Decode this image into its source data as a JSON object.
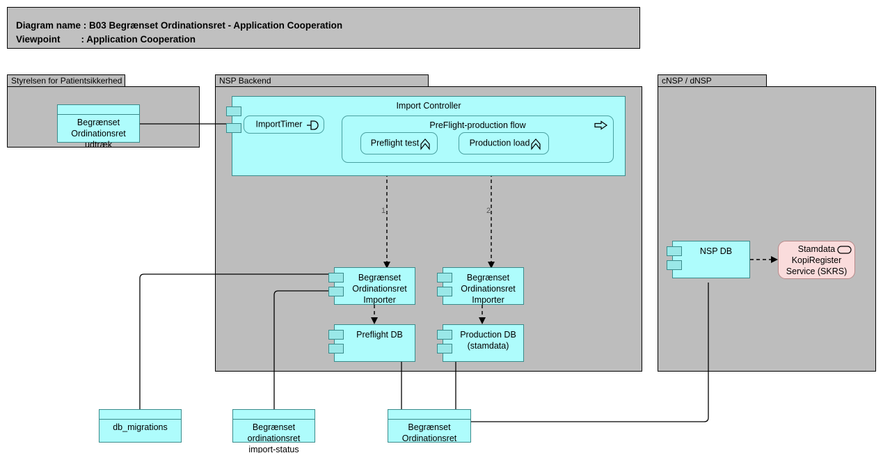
{
  "header": {
    "line1": "Diagram name : B03 Begrænset Ordinationsret - Application Cooperation",
    "line2": "Viewpoint        : Application Cooperation"
  },
  "groups": [
    {
      "name": "group-styrelsen",
      "label": "Styrelsen for Patientsikkerhed"
    },
    {
      "name": "group-nsp-backend",
      "label": "NSP Backend"
    },
    {
      "name": "group-cnsp-dnsp",
      "label": "cNSP / dNSP"
    }
  ],
  "elements": {
    "udtraek": {
      "label": "Begrænset\nOrdinationsret\nudtræk",
      "type": "data-object"
    },
    "import_controller": {
      "label": "Import Controller",
      "type": "application-component"
    },
    "import_timer": {
      "label": "ImportTimer",
      "type": "application-interface",
      "icon": "interface-icon"
    },
    "preflight_flow": {
      "label": "PreFlight-production flow",
      "type": "application-process",
      "icon": "process-arrow-icon"
    },
    "preflight_test": {
      "label": "Preflight test",
      "type": "application-function",
      "icon": "function-chevron-icon"
    },
    "production_load": {
      "label": "Production load",
      "type": "application-function",
      "icon": "function-chevron-icon"
    },
    "importer_left": {
      "label": "Begrænset\nOrdinationsret\nImporter",
      "type": "application-component"
    },
    "importer_right": {
      "label": "Begrænset\nOrdinationsret\nImporter",
      "type": "application-component"
    },
    "preflight_db": {
      "label": "Preflight DB",
      "type": "application-component"
    },
    "production_db": {
      "label": "Production DB\n(stamdata)",
      "type": "application-component"
    },
    "nsp_db": {
      "label": "NSP DB",
      "type": "application-component"
    },
    "skrs": {
      "label": "Stamdata\nKopiRegister\nService (SKRS)",
      "type": "application-service",
      "icon": "service-oval-icon"
    },
    "db_migrations": {
      "label": "db_migrations",
      "type": "data-object"
    },
    "import_status": {
      "label": "Begrænset\nordinationsret\nimport-status",
      "type": "data-object"
    },
    "begr_ord": {
      "label": "Begrænset\nOrdinationsret",
      "type": "data-object"
    }
  },
  "flow_labels": {
    "one": "1.",
    "two": "2."
  },
  "colors": {
    "application": "#aefcfc",
    "application_border": "#3a8a8a",
    "service": "#fadcdc",
    "service_border": "#b98a8a",
    "group": "#bdbdbd",
    "header": "#c0c0c0",
    "line": "#000000"
  }
}
